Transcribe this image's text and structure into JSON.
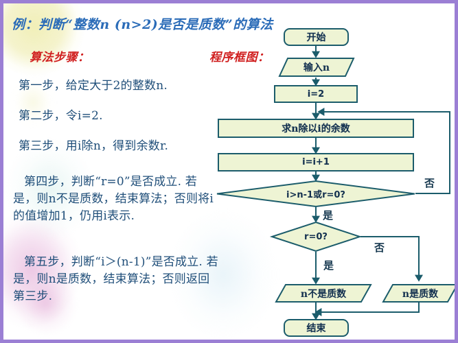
{
  "slide": {
    "title": "例：判断“整数n (n>2)是否是质数”的算法",
    "steps_heading": "算法步骤：",
    "flowchart_heading": "程序框图：",
    "steps": [
      "第一步，给定大于2的整数n.",
      "第二步，令i=2.",
      "第三步，用i除n，得到余数r.",
      "第四步，判断“r=0”是否成立. 若是，则n不是质数，结束算法；否则将i的值增加1，仍用i表示.",
      "第五步，判断“i＞(n-1)”是否成立. 若是，则n是质数，结束算法；否则返回第三步."
    ]
  },
  "flowchart": {
    "nodes": [
      {
        "id": "start",
        "label": "开始",
        "shape": "terminator"
      },
      {
        "id": "input",
        "label": "输入n",
        "shape": "parallelogram"
      },
      {
        "id": "init",
        "label": "i=2",
        "shape": "process"
      },
      {
        "id": "remainder",
        "label": "求n除以i的余数",
        "shape": "process"
      },
      {
        "id": "increment",
        "label": "i=i+1",
        "shape": "process"
      },
      {
        "id": "cond1",
        "label": "i>n-1或r=0?",
        "shape": "decision"
      },
      {
        "id": "cond2",
        "label": "r=0?",
        "shape": "decision"
      },
      {
        "id": "notprime",
        "label": "n不是质数",
        "shape": "parallelogram"
      },
      {
        "id": "prime",
        "label": "n是质数",
        "shape": "parallelogram"
      },
      {
        "id": "end",
        "label": "结束",
        "shape": "terminator"
      }
    ],
    "edge_labels": {
      "cond1_no": "否",
      "cond1_yes": "是",
      "cond2_no": "否",
      "cond2_yes": "是"
    }
  },
  "colors": {
    "node_fill": "#eef4d4",
    "node_border": "#1b5c6b",
    "title_blue": "#2b6cb8",
    "heading_red": "#d01f1f",
    "step_text": "#1f4e79",
    "frame_purple": "#9b7fd4"
  }
}
